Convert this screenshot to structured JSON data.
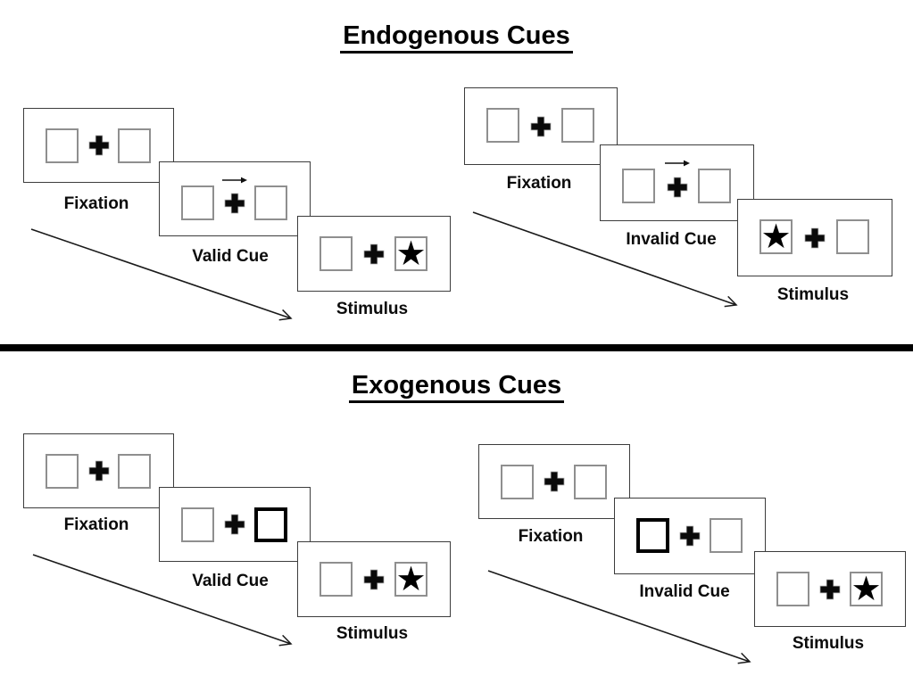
{
  "endogenous": {
    "title": "Endogenous Cues",
    "valid_sequence": {
      "fixation_label": "Fixation",
      "cue_label": "Valid Cue",
      "stimulus_label": "Stimulus",
      "cue_type": "central arrow pointing right",
      "stimulus_side": "right"
    },
    "invalid_sequence": {
      "fixation_label": "Fixation",
      "cue_label": "Invalid Cue",
      "stimulus_label": "Stimulus",
      "cue_type": "central arrow pointing right",
      "stimulus_side": "left"
    }
  },
  "exogenous": {
    "title": "Exogenous Cues",
    "valid_sequence": {
      "fixation_label": "Fixation",
      "cue_label": "Valid Cue",
      "stimulus_label": "Stimulus",
      "cue_type": "bold peripheral box on right",
      "stimulus_side": "right"
    },
    "invalid_sequence": {
      "fixation_label": "Fixation",
      "cue_label": "Invalid Cue",
      "stimulus_label": "Stimulus",
      "cue_type": "bold peripheral box on left",
      "stimulus_side": "right"
    }
  },
  "glyphs": {
    "star": "★"
  },
  "colors": {
    "ink": "#000000",
    "panel_border": "#3c3c3c",
    "box_border": "#8f8f8f",
    "background": "#ffffff"
  }
}
